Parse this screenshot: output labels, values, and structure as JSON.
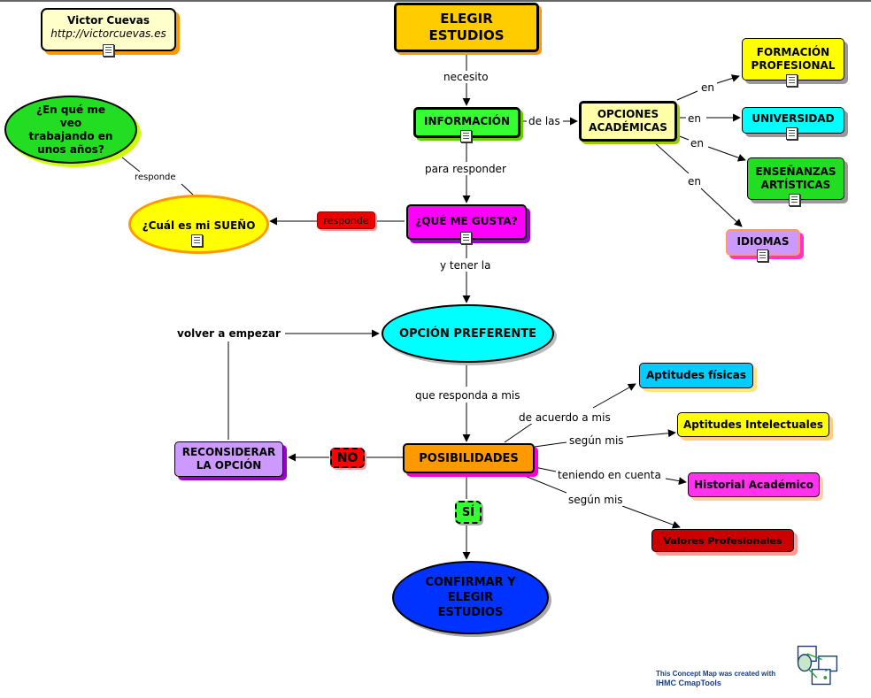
{
  "author": {
    "name": "Victor Cuevas",
    "url": "http://victorcuevas.es"
  },
  "nodes": {
    "elegir": "ELEGIR ESTUDIOS",
    "informacion": "INFORMACIÓN",
    "opciones": "OPCIONES ACADÉMICAS",
    "fp": "FORMACIÓN PROFESIONAL",
    "universidad": "UNIVERSIDAD",
    "artisticas": "ENSEÑANZAS ARTÍSTICAS",
    "idiomas": "IDIOMAS",
    "trabajando": "¿En qué me veo trabajando en unos años?",
    "sueno": "¿Cuál es mi SUEÑO",
    "megusta": "¿QUÉ ME GUSTA?",
    "preferente": "OPCIÓN PREFERENTE",
    "posibilidades": "POSIBILIDADES",
    "reconsiderar": "RECONSIDERAR LA OPCIÓN",
    "confirmar": "CONFIRMAR Y ELEGIR ESTUDIOS",
    "fisicas": "Aptitudes físicas",
    "intelectuales": "Aptitudes Intelectuales",
    "historial": "Historial Académico",
    "valores": "Valores Profesionales",
    "no": "NO",
    "si": "SÍ",
    "volver": "volver a empezar"
  },
  "links": {
    "necesito": "necesito",
    "delas": "de las",
    "en": "en",
    "pararesponder": "para responder",
    "responde": "responde",
    "ytenerla": "y tener la",
    "querespondaamis": "que responda a mis",
    "deacuerdoamis": "de acuerdo a mis",
    "segunmis": "según mis",
    "teniendoencuenta": "teniendo en cuenta"
  },
  "footer": {
    "line1": "This Concept Map was created with",
    "line2": "IHMC CmapTools"
  },
  "colors": {
    "orange_fill": "#ffcc00",
    "yellow": "#ffff00",
    "green": "#00ee00",
    "cyan": "#00ffff",
    "magenta": "#ff00ff",
    "lavender": "#cc99ff",
    "blue": "#0033ff",
    "red": "#dd0000",
    "darkred": "#cc0000",
    "posib": "#ff9900"
  }
}
